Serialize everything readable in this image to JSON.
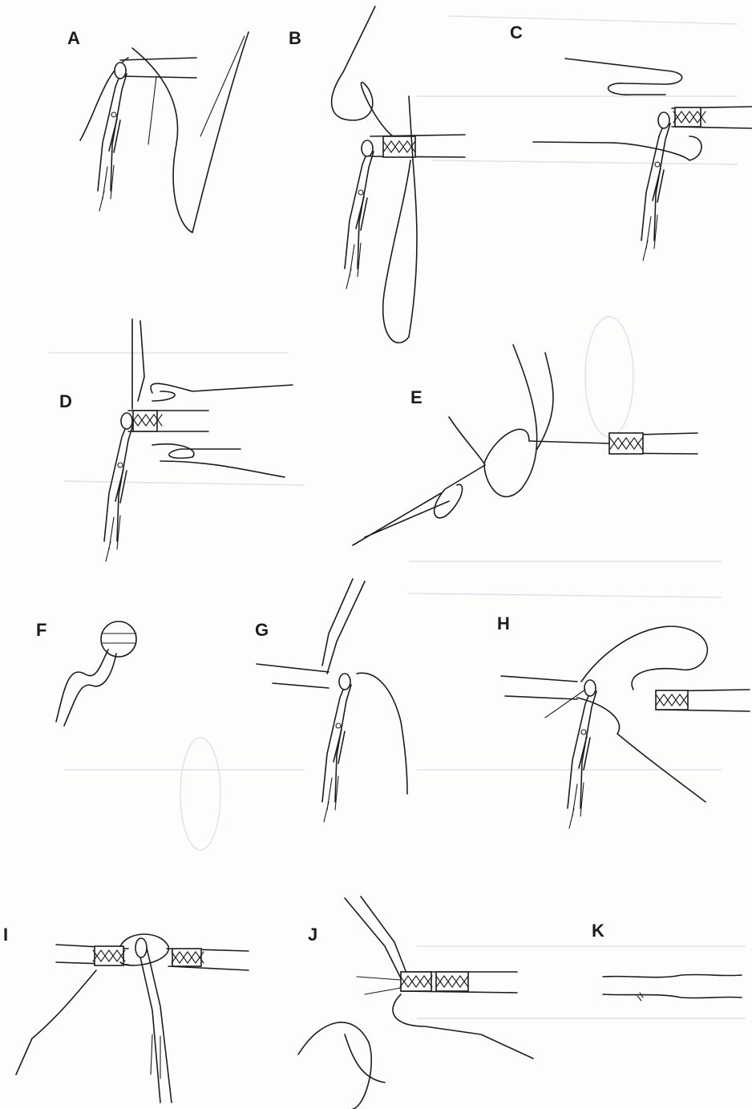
{
  "figure": {
    "ink_color": "#1c1c1c",
    "paper_color": "#fdfdfb",
    "bleed_color": "#dbe3ea",
    "panels": [
      {
        "id": "A",
        "label": "A"
      },
      {
        "id": "B",
        "label": "B"
      },
      {
        "id": "C",
        "label": "C"
      },
      {
        "id": "D",
        "label": "D"
      },
      {
        "id": "E",
        "label": "E"
      },
      {
        "id": "F",
        "label": "F"
      },
      {
        "id": "G",
        "label": "G"
      },
      {
        "id": "H",
        "label": "H"
      },
      {
        "id": "I",
        "label": "I"
      },
      {
        "id": "J",
        "label": "J"
      },
      {
        "id": "K",
        "label": "K"
      }
    ]
  }
}
